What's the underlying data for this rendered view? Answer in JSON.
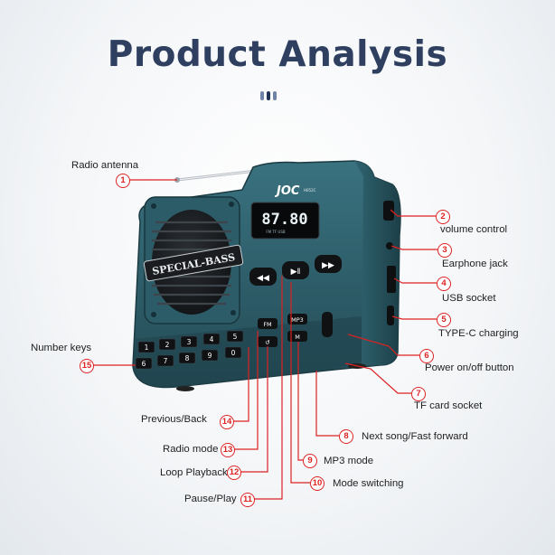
{
  "title": "Product Analysis",
  "colors": {
    "title": "#2e3f60",
    "accent": "#dd2222",
    "dots_dark": "#1f3454",
    "dots_light": "#6f84a5",
    "device_body": "#2c5a66"
  },
  "device": {
    "brand": "JOC",
    "model": "H052C",
    "display_digits": "87.80",
    "display_labels": "FM TF USB",
    "speaker_badge": "SPECIAL-BASS",
    "keys": [
      "1",
      "2",
      "3",
      "4",
      "5",
      "6",
      "7",
      "8",
      "9",
      "0"
    ],
    "side_buttons": {
      "fm": "FM",
      "mp3": "MP3",
      "mode": "M"
    }
  },
  "callouts": [
    {
      "n": "1",
      "label": "Radio antenna"
    },
    {
      "n": "2",
      "label": "volume control"
    },
    {
      "n": "3",
      "label": "Earphone jack"
    },
    {
      "n": "4",
      "label": "USB socket"
    },
    {
      "n": "5",
      "label": "TYPE-C charging"
    },
    {
      "n": "6",
      "label": "Power on/off button"
    },
    {
      "n": "7",
      "label": "TF card socket"
    },
    {
      "n": "8",
      "label": "Next song/Fast forward"
    },
    {
      "n": "9",
      "label": "MP3 mode"
    },
    {
      "n": "10",
      "label": "Mode switching"
    },
    {
      "n": "11",
      "label": "Pause/Play"
    },
    {
      "n": "12",
      "label": "Loop Playback"
    },
    {
      "n": "13",
      "label": "Radio mode"
    },
    {
      "n": "14",
      "label": "Previous/Back"
    },
    {
      "n": "15",
      "label": "Number keys"
    }
  ]
}
